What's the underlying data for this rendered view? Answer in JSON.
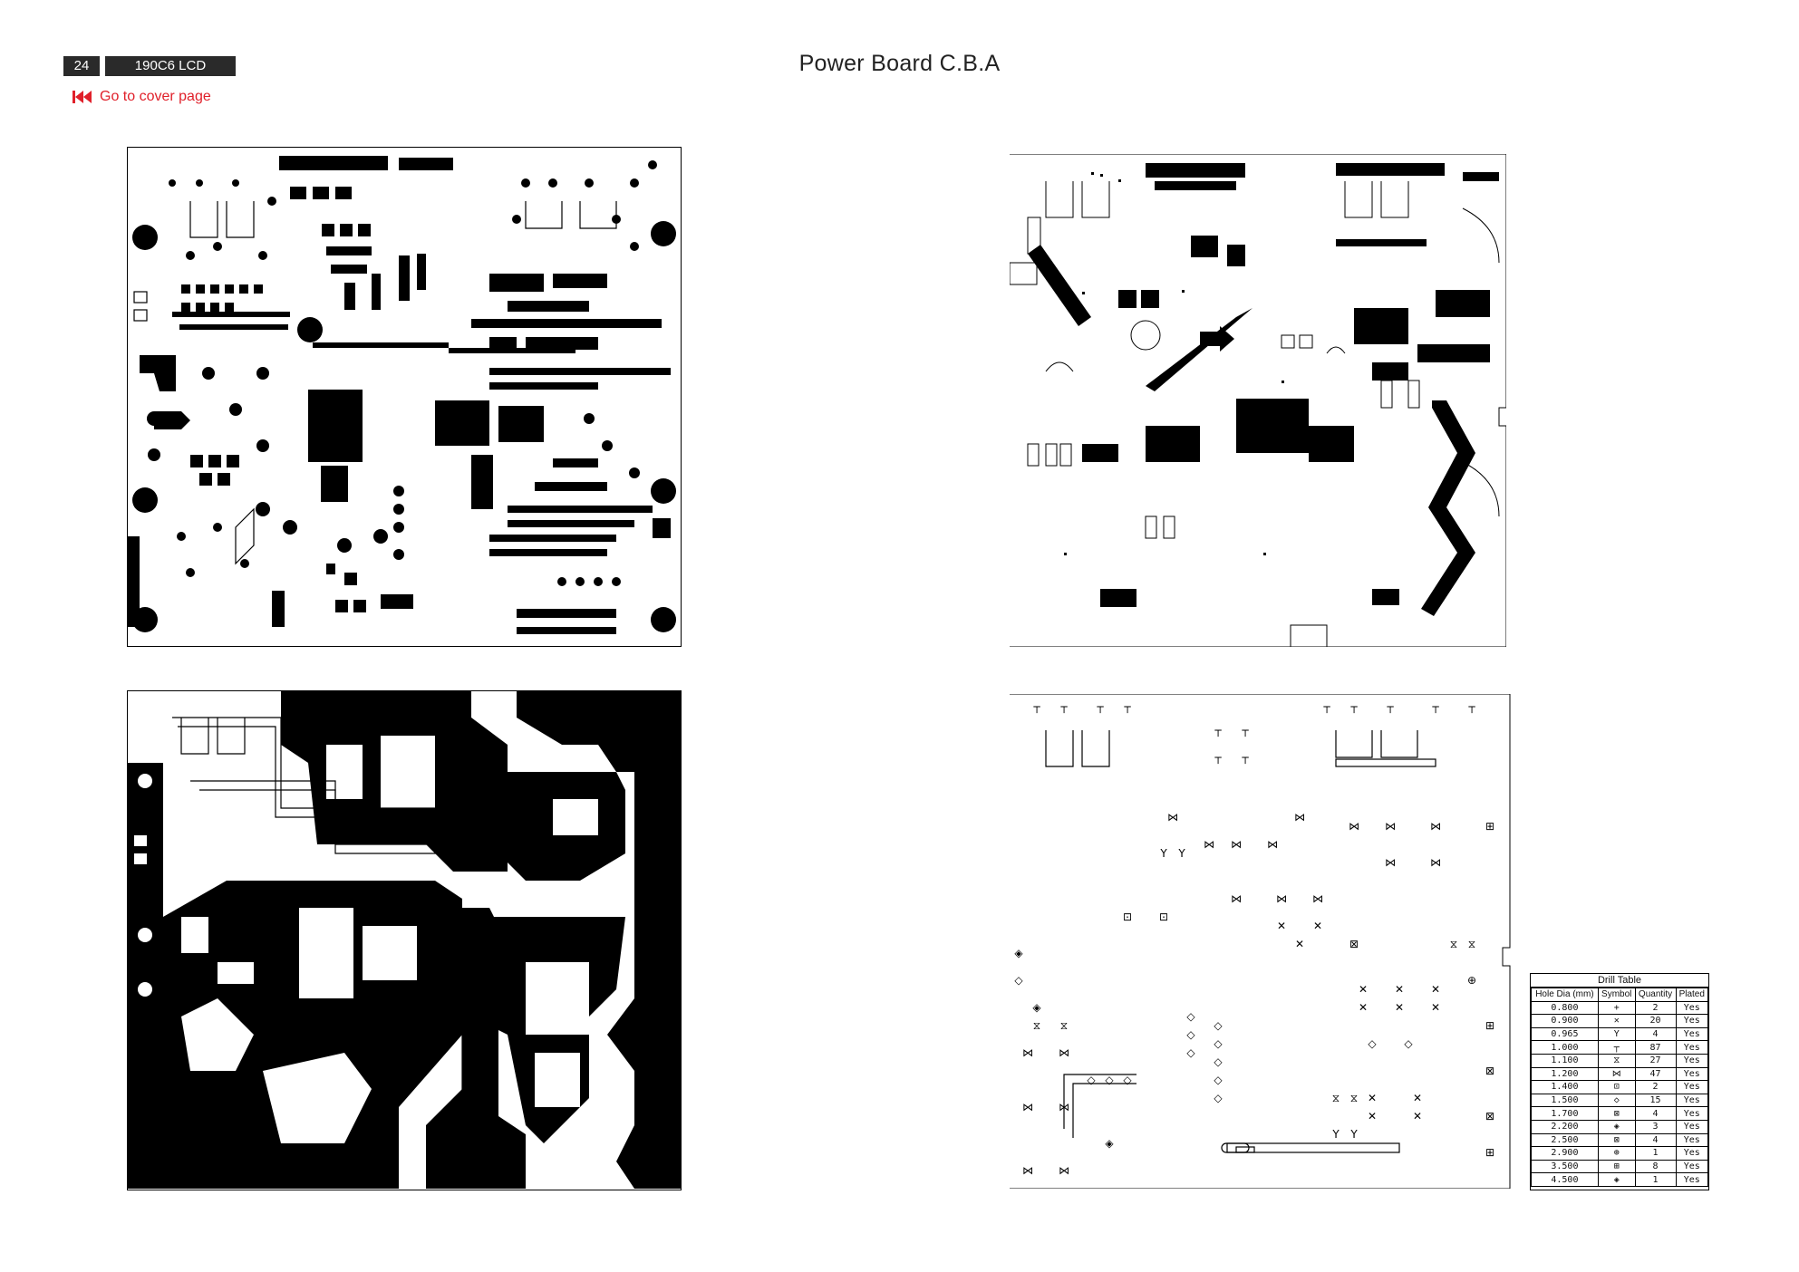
{
  "header": {
    "page_number": "24",
    "model": "190C6 LCD",
    "cover_link": "Go to cover page",
    "title": "Power Board C.B.A"
  },
  "colors": {
    "link": "#e0202a",
    "badge_bg": "#2a2a2a"
  },
  "icons": {
    "cover_link": "skip-to-start-icon"
  },
  "drill_table": {
    "title": "Drill Table",
    "columns": [
      "Hole Dia (mm)",
      "Symbol",
      "Quantity",
      "Plated"
    ],
    "rows": [
      {
        "dia": "0.800",
        "symbol": "+",
        "qty": "2",
        "plated": "Yes"
      },
      {
        "dia": "0.900",
        "symbol": "✕",
        "qty": "20",
        "plated": "Yes"
      },
      {
        "dia": "0.965",
        "symbol": "Y",
        "qty": "4",
        "plated": "Yes"
      },
      {
        "dia": "1.000",
        "symbol": "┬",
        "qty": "87",
        "plated": "Yes"
      },
      {
        "dia": "1.100",
        "symbol": "⧖",
        "qty": "27",
        "plated": "Yes"
      },
      {
        "dia": "1.200",
        "symbol": "⋈",
        "qty": "47",
        "plated": "Yes"
      },
      {
        "dia": "1.400",
        "symbol": "⊡",
        "qty": "2",
        "plated": "Yes"
      },
      {
        "dia": "1.500",
        "symbol": "◇",
        "qty": "15",
        "plated": "Yes"
      },
      {
        "dia": "1.700",
        "symbol": "⊠",
        "qty": "4",
        "plated": "Yes"
      },
      {
        "dia": "2.200",
        "symbol": "◈",
        "qty": "3",
        "plated": "Yes"
      },
      {
        "dia": "2.500",
        "symbol": "⊠",
        "qty": "4",
        "plated": "Yes"
      },
      {
        "dia": "2.900",
        "symbol": "⊕",
        "qty": "1",
        "plated": "Yes"
      },
      {
        "dia": "3.500",
        "symbol": "⊞",
        "qty": "8",
        "plated": "Yes"
      },
      {
        "dia": "4.500",
        "symbol": "◈",
        "qty": "1",
        "plated": "Yes"
      }
    ]
  }
}
